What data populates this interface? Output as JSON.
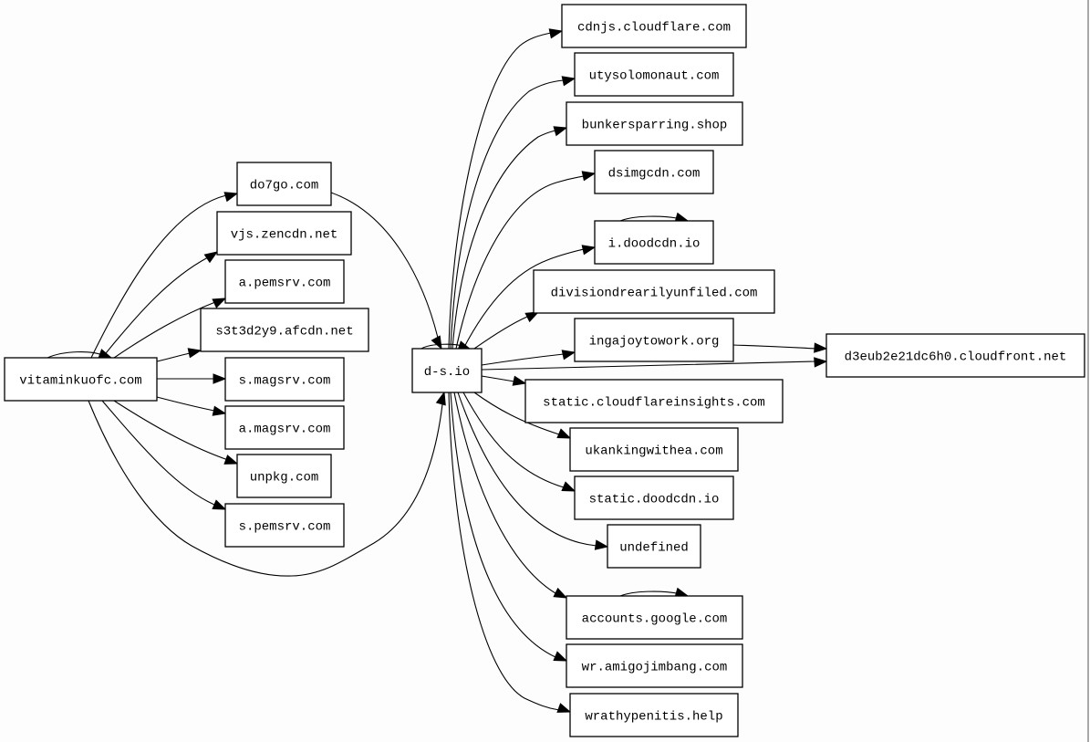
{
  "graph": {
    "type": "directed-domain-graph",
    "nodes": [
      {
        "id": "vitaminkuofc",
        "label": "vitaminkuofc.com"
      },
      {
        "id": "do7go",
        "label": "do7go.com"
      },
      {
        "id": "vjs",
        "label": "vjs.zencdn.net"
      },
      {
        "id": "apemsrv",
        "label": "a.pemsrv.com"
      },
      {
        "id": "s3t3",
        "label": "s3t3d2y9.afcdn.net"
      },
      {
        "id": "smagsrv",
        "label": "s.magsrv.com"
      },
      {
        "id": "amagsrv",
        "label": "a.magsrv.com"
      },
      {
        "id": "unpkg",
        "label": "unpkg.com"
      },
      {
        "id": "spemsrv",
        "label": "s.pemsrv.com"
      },
      {
        "id": "ds",
        "label": "d-s.io"
      },
      {
        "id": "cdnjs",
        "label": "cdnjs.cloudflare.com"
      },
      {
        "id": "utys",
        "label": "utysolomonaut.com"
      },
      {
        "id": "bunker",
        "label": "bunkersparring.shop"
      },
      {
        "id": "dsimg",
        "label": "dsimgcdn.com"
      },
      {
        "id": "idood",
        "label": "i.doodcdn.io"
      },
      {
        "id": "division",
        "label": "divisiondrearilyunfiled.com"
      },
      {
        "id": "inga",
        "label": "ingajoytowork.org"
      },
      {
        "id": "d3eub",
        "label": "d3eub2e21dc6h0.cloudfront.net"
      },
      {
        "id": "cfinsights",
        "label": "static.cloudflareinsights.com"
      },
      {
        "id": "ukank",
        "label": "ukankingwithea.com"
      },
      {
        "id": "sdood",
        "label": "static.doodcdn.io"
      },
      {
        "id": "undef",
        "label": "undefined"
      },
      {
        "id": "google",
        "label": "accounts.google.com"
      },
      {
        "id": "amigo",
        "label": "wr.amigojimbang.com"
      },
      {
        "id": "wrathy",
        "label": "wrathypenitis.help"
      }
    ],
    "edges": [
      {
        "from": "vitaminkuofc",
        "to": "vitaminkuofc"
      },
      {
        "from": "vitaminkuofc",
        "to": "do7go"
      },
      {
        "from": "vitaminkuofc",
        "to": "vjs"
      },
      {
        "from": "vitaminkuofc",
        "to": "apemsrv"
      },
      {
        "from": "vitaminkuofc",
        "to": "s3t3"
      },
      {
        "from": "vitaminkuofc",
        "to": "smagsrv"
      },
      {
        "from": "vitaminkuofc",
        "to": "amagsrv"
      },
      {
        "from": "vitaminkuofc",
        "to": "unpkg"
      },
      {
        "from": "vitaminkuofc",
        "to": "spemsrv"
      },
      {
        "from": "vitaminkuofc",
        "to": "ds"
      },
      {
        "from": "do7go",
        "to": "ds"
      },
      {
        "from": "ds",
        "to": "ds"
      },
      {
        "from": "ds",
        "to": "cdnjs"
      },
      {
        "from": "ds",
        "to": "utys"
      },
      {
        "from": "ds",
        "to": "bunker"
      },
      {
        "from": "ds",
        "to": "dsimg"
      },
      {
        "from": "ds",
        "to": "idood"
      },
      {
        "from": "idood",
        "to": "idood"
      },
      {
        "from": "ds",
        "to": "division"
      },
      {
        "from": "ds",
        "to": "inga"
      },
      {
        "from": "inga",
        "to": "d3eub"
      },
      {
        "from": "ds",
        "to": "d3eub"
      },
      {
        "from": "ds",
        "to": "cfinsights"
      },
      {
        "from": "ds",
        "to": "ukank"
      },
      {
        "from": "ds",
        "to": "sdood"
      },
      {
        "from": "ds",
        "to": "undef"
      },
      {
        "from": "ds",
        "to": "google"
      },
      {
        "from": "google",
        "to": "google"
      },
      {
        "from": "ds",
        "to": "amigo"
      },
      {
        "from": "ds",
        "to": "wrathy"
      }
    ]
  }
}
